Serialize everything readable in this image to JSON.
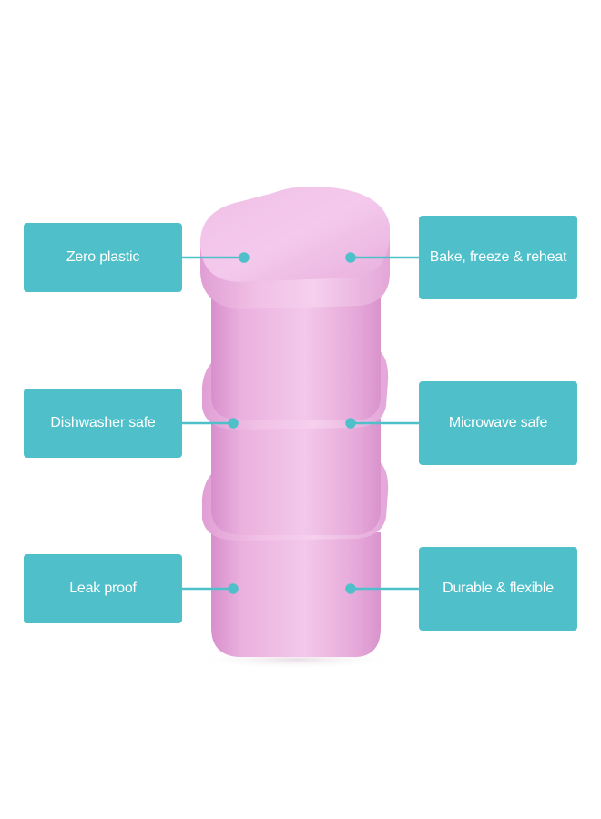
{
  "features": {
    "zero_plastic": "Zero plastic",
    "dishwasher_safe": "Dishwasher safe",
    "leak_proof": "Leak proof",
    "bake_freeze_reheat": "Bake, freeze & reheat",
    "microwave_safe": "Microwave safe",
    "durable_flexible": "Durable & flexible"
  },
  "colors": {
    "label_background": "#4fbfca",
    "label_text": "#ffffff",
    "container_pink": "#eab1de",
    "background": "#ffffff"
  },
  "product": {
    "description_icon": "stacked-pink-silicone-containers"
  }
}
